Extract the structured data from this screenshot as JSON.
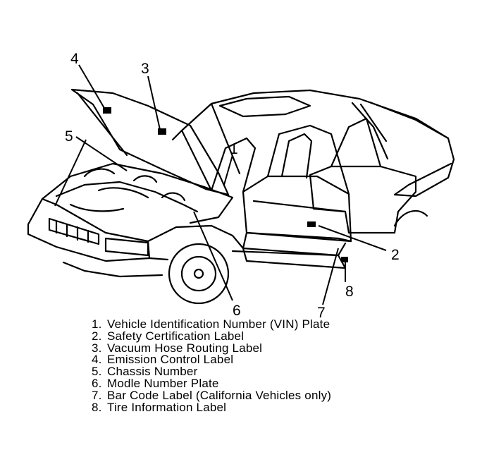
{
  "callouts": [
    "1",
    "2",
    "3",
    "4",
    "5",
    "6",
    "7",
    "8"
  ],
  "legend": [
    {
      "number": "1.",
      "text": "Vehicle Identification Number (VIN) Plate"
    },
    {
      "number": "2.",
      "text": "Safety Certification Label"
    },
    {
      "number": "3.",
      "text": "Vacuum Hose Routing Label"
    },
    {
      "number": "4.",
      "text": "Emission Control Label"
    },
    {
      "number": "5.",
      "text": "Chassis Number"
    },
    {
      "number": "6.",
      "text": "Modle Number Plate"
    },
    {
      "number": "7.",
      "text": "Bar Code Label (California Vehicles only)"
    },
    {
      "number": "8.",
      "text": "Tire Information Label"
    }
  ],
  "colors": {
    "ink": "#000000",
    "paper": "#ffffff"
  }
}
